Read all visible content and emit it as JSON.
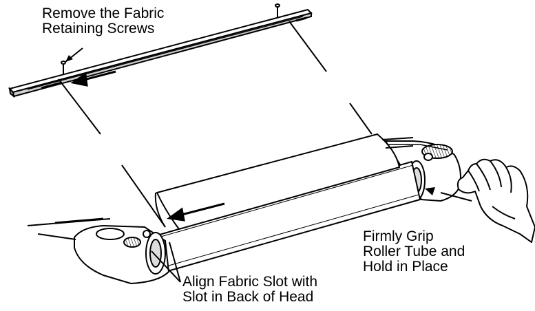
{
  "callouts": {
    "remove_screws": [
      "Remove the Fabric",
      "Retaining Screws"
    ],
    "grip_roller": [
      "Firmly Grip",
      "Roller Tube and",
      "Hold in Place"
    ],
    "align_slot": [
      "Align Fabric Slot with",
      "Slot in Back of Head"
    ]
  },
  "colors": {
    "ink": "#000000",
    "paper": "#ffffff",
    "shade": "#b5b5b5",
    "dark_shade": "#555555"
  }
}
